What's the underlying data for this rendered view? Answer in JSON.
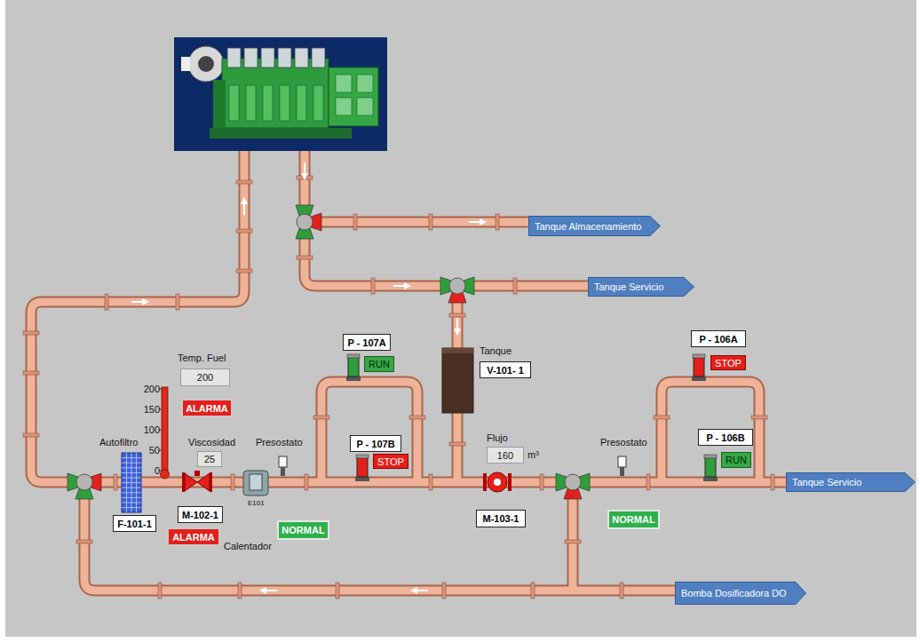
{
  "diagram": {
    "nodes": [
      {
        "text": [
          "Tanque Almacenamiento"
        ]
      },
      {
        "text": [
          "Tanque Servicio"
        ]
      },
      {
        "text": [
          "P - 107A"
        ]
      },
      {
        "text": [
          "RUN"
        ]
      },
      {
        "text": [
          "V-101- 1"
        ]
      },
      {
        "text": [
          "P - 106A"
        ]
      },
      {
        "text": [
          "STOP"
        ]
      },
      {
        "text": [
          "200"
        ]
      },
      {
        "text": [
          "ALARMA"
        ]
      },
      {
        "text": [
          "25"
        ]
      },
      {
        "text": [
          "P - 107B"
        ]
      },
      {
        "text": [
          "STOP"
        ]
      },
      {
        "text": [
          "160"
        ]
      },
      {
        "text": [
          "P - 106B"
        ]
      },
      {
        "text": [
          "RUN"
        ]
      },
      {
        "text": [
          "Tanque Servicio"
        ]
      },
      {
        "text": [
          "F-101-1"
        ]
      },
      {
        "text": [
          "M-102-1"
        ]
      },
      {
        "text": [
          "M-103-1"
        ]
      },
      {
        "text": [
          "NORMAL"
        ]
      },
      {
        "text": [
          "ALARMA"
        ]
      },
      {
        "text": [
          "NORMAL"
        ]
      },
      {
        "text": [
          "Bomba Dosificadora DO"
        ]
      }
    ],
    "labels": [
      "Temp. Fuel",
      "200",
      "150",
      "100",
      "50",
      "0",
      "Autofiltro",
      "Viscosidad",
      "Presostato",
      "E101",
      "Calentador",
      "Tanque",
      "Flujo",
      "m³",
      "Presostato"
    ]
  }
}
